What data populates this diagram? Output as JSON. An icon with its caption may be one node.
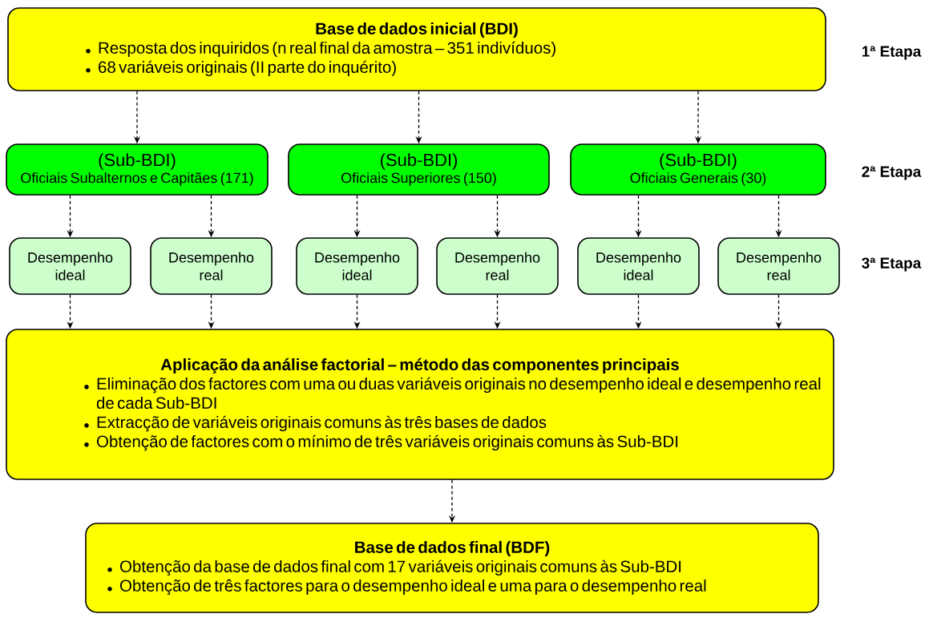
{
  "diagram": {
    "nodes": [
      {
        "text": [
          "Base de dados inicial (BDI)",
          "Resposta dos inquiridos (n real final da amostra – 351 indivíduos)",
          "68 variáveis originais (II parte do inquérito)"
        ]
      },
      {
        "text": [
          "(Sub-BDI)",
          "Oficiais Subalternos e Capitães (171)"
        ]
      },
      {
        "text": [
          "(Sub-BDI)",
          "Oficiais Superiores (150)"
        ]
      },
      {
        "text": [
          "(Sub-BDI)",
          "Oficiais Generais (30)"
        ]
      },
      {
        "text": [
          "Desempenho ideal"
        ]
      },
      {
        "text": [
          "Desempenho real"
        ]
      },
      {
        "text": [
          "Desempenho ideal"
        ]
      },
      {
        "text": [
          "Desempenho real"
        ]
      },
      {
        "text": [
          "Desempenho ideal"
        ]
      },
      {
        "text": [
          "Desempenho real"
        ]
      },
      {
        "text": [
          "Aplicação da análise factorial – método das componentes principais",
          "Eliminação dos factores com uma ou duas variáveis originais no desempenho ideal e desempenho real de cada Sub-BDI",
          "Extracção de variáveis originais comuns às três bases de dados",
          "Obtenção de factores com o mínimo de três variáveis originais comuns às Sub-BDI"
        ]
      },
      {
        "text": [
          "Base de dados final (BDF)",
          "Obtenção da base de dados final com 17 variáveis originais comuns às Sub-BDI",
          "Obtenção de três factores para o desempenho ideal e uma para o desempenho real"
        ]
      }
    ],
    "edges": [
      {
        "from": 0,
        "to": 1,
        "arrow": "to",
        "style": "dashed"
      },
      {
        "from": 0,
        "to": 2,
        "arrow": "to",
        "style": "dashed"
      },
      {
        "from": 0,
        "to": 3,
        "arrow": "to",
        "style": "dashed"
      },
      {
        "from": 1,
        "to": 4,
        "arrow": "to",
        "style": "dashed"
      },
      {
        "from": 1,
        "to": 5,
        "arrow": "to",
        "style": "dashed"
      },
      {
        "from": 2,
        "to": 6,
        "arrow": "to",
        "style": "dashed"
      },
      {
        "from": 2,
        "to": 7,
        "arrow": "to",
        "style": "dashed"
      },
      {
        "from": 3,
        "to": 8,
        "arrow": "to",
        "style": "dashed"
      },
      {
        "from": 3,
        "to": 9,
        "arrow": "to",
        "style": "dashed"
      },
      {
        "from": 4,
        "to": 10,
        "arrow": "to",
        "style": "dashed"
      },
      {
        "from": 5,
        "to": 10,
        "arrow": "to",
        "style": "dashed"
      },
      {
        "from": 6,
        "to": 10,
        "arrow": "to",
        "style": "dashed"
      },
      {
        "from": 7,
        "to": 10,
        "arrow": "to",
        "style": "dashed"
      },
      {
        "from": 8,
        "to": 10,
        "arrow": "to",
        "style": "dashed"
      },
      {
        "from": 9,
        "to": 10,
        "arrow": "to",
        "style": "dashed"
      },
      {
        "from": 10,
        "to": 11,
        "arrow": "to",
        "style": "dashed"
      }
    ],
    "labels": [
      "1ª Etapa",
      "2ª Etapa",
      "3ª Etapa"
    ]
  }
}
